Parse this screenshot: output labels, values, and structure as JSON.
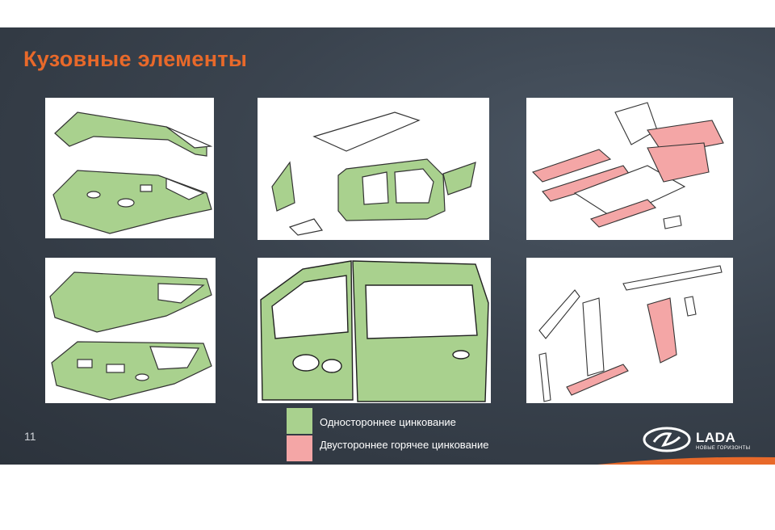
{
  "slide": {
    "title": "Кузовные элементы",
    "page_number": "11"
  },
  "legend": {
    "items": [
      {
        "label": "Одностороннее цинкование",
        "color": "#a9d18e"
      },
      {
        "label": "Двустороннее горячее цинкование",
        "color": "#f4a6a6"
      }
    ]
  },
  "brand": {
    "name": "LADA",
    "tagline": "НОВЫЕ ГОРИЗОНТЫ",
    "accent_color": "#e8692a"
  },
  "panels": [
    {
      "name": "front-door-diagram",
      "icon": "front-door-parts"
    },
    {
      "name": "body-side-diagram",
      "icon": "body-side-parts"
    },
    {
      "name": "floor-diagram",
      "icon": "floor-parts"
    },
    {
      "name": "rear-door-diagram",
      "icon": "rear-door-parts"
    },
    {
      "name": "tailgate-diagram",
      "icon": "tailgate-parts"
    },
    {
      "name": "pillars-diagram",
      "icon": "pillar-parts"
    }
  ]
}
